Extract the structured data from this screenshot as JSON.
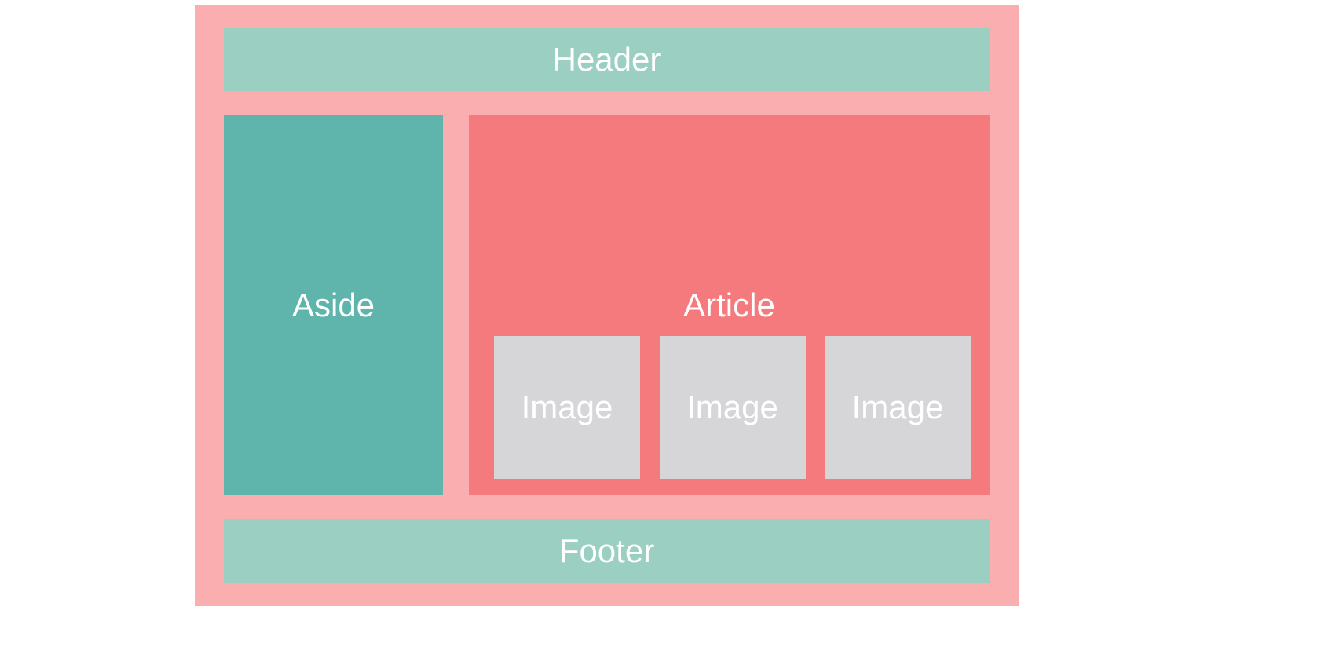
{
  "diagram": {
    "header": {
      "label": "Header"
    },
    "aside": {
      "label": "Aside"
    },
    "article": {
      "label": "Article",
      "images": [
        {
          "label": "Image"
        },
        {
          "label": "Image"
        },
        {
          "label": "Image"
        }
      ]
    },
    "footer": {
      "label": "Footer"
    }
  },
  "colors": {
    "page_background": "#ffffff",
    "container": "#fbaeb0",
    "header": "#9acfc2",
    "footer": "#9acfc2",
    "aside": "#5fb5ac",
    "article": "#f57a7d",
    "image": "#d6d5d8",
    "text": "#ffffff"
  }
}
